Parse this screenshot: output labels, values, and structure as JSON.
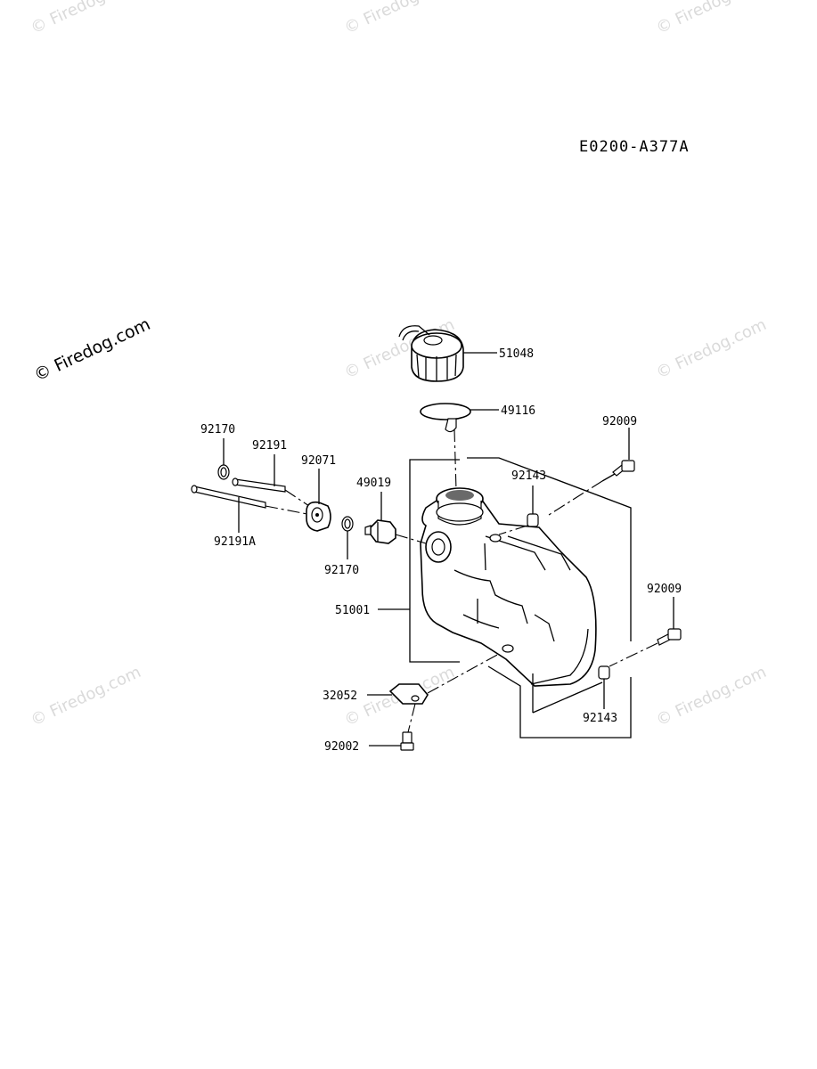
{
  "diagram_code": "E0200-A377A",
  "watermark": "© Firedog.com",
  "parts": [
    {
      "id": "p51048",
      "label": "51048"
    },
    {
      "id": "p49116",
      "label": "49116"
    },
    {
      "id": "p92009a",
      "label": "92009"
    },
    {
      "id": "p92009b",
      "label": "92009"
    },
    {
      "id": "p92143a",
      "label": "92143"
    },
    {
      "id": "p92143b",
      "label": "92143"
    },
    {
      "id": "p92170a",
      "label": "92170"
    },
    {
      "id": "p92170b",
      "label": "92170"
    },
    {
      "id": "p92191",
      "label": "92191"
    },
    {
      "id": "p92191A",
      "label": "92191A"
    },
    {
      "id": "p92071",
      "label": "92071"
    },
    {
      "id": "p49019",
      "label": "49019"
    },
    {
      "id": "p51001",
      "label": "51001"
    },
    {
      "id": "p32052",
      "label": "32052"
    },
    {
      "id": "p92002",
      "label": "92002"
    }
  ]
}
